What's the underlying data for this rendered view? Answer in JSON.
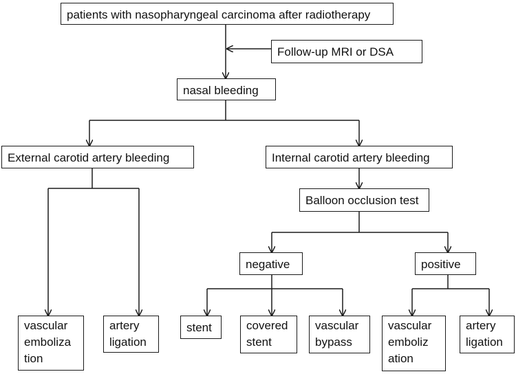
{
  "nodes": {
    "root": "patients with nasopharyngeal carcinoma after radiotherapy",
    "followup": "Follow-up MRI or DSA",
    "nasal": "nasal bleeding",
    "external": "External carotid artery bleeding",
    "internal": "Internal carotid artery bleeding",
    "balloon": "Balloon occlusion test",
    "negative": "negative",
    "positive": "positive",
    "ext_embolization": "vascular\nemboliza\ntion",
    "ext_ligation": "artery\nligation",
    "stent": "stent",
    "covered_stent": "covered\nstent",
    "vascular_bypass": "vascular\nbypass",
    "pos_embolization": "vascular\nemboliz\nation",
    "pos_ligation": "artery\nligation"
  },
  "colors": {
    "line": "#1a1a1a",
    "text": "#111111"
  }
}
